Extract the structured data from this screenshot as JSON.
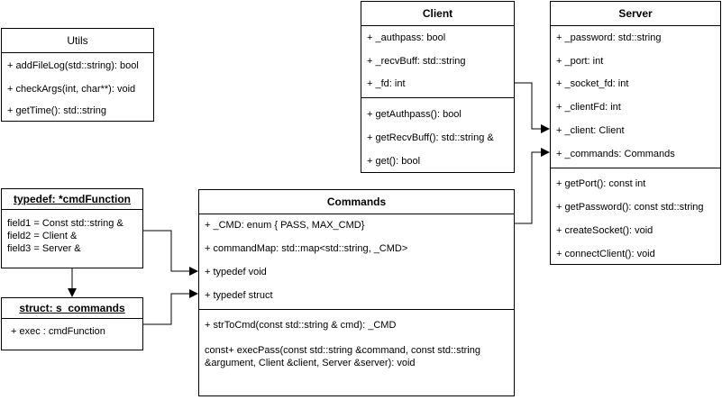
{
  "utils": {
    "title": "Utils",
    "methods": [
      "+ addFileLog(std::string): bool",
      "+ checkArgs(int, char**): void",
      "+ getTime(): std::string"
    ]
  },
  "client": {
    "title": "Client",
    "attributes": [
      "+ _authpass: bool",
      "+ _recvBuff: std::string",
      "+ _fd: int"
    ],
    "methods": [
      "+ getAuthpass(): bool",
      "+ getRecvBuff(): std::string &",
      "+ get(): bool"
    ]
  },
  "server": {
    "title": "Server",
    "attributes": [
      "+ _password: std::string",
      "+ _port: int",
      "+ _socket_fd: int",
      "+ _clientFd: int",
      "+ _client: Client",
      "+ _commands: Commands"
    ],
    "methods": [
      "+ getPort(): const int",
      "+ getPassword(): const std::string",
      "+ createSocket(): void",
      "+ connectClient(): void"
    ]
  },
  "cmd_function": {
    "title": "typedef: *cmdFunction",
    "fields": [
      "field1 = Const std::string &",
      "field2 = Client &",
      "field3 = Server &"
    ]
  },
  "s_commands": {
    "title": "struct: s_commands",
    "fields": [
      "+ exec : cmdFunction"
    ]
  },
  "commands": {
    "title": "Commands",
    "attributes": [
      "+ _CMD: enum { PASS, MAX_CMD}",
      "+ commandMap: std::map<std::string, _CMD>",
      "+ typedef void",
      "+ typedef struct"
    ],
    "methods": [
      "+ strToCmd(const std::string & cmd): _CMD",
      "const+ execPass(const std::string &command, const std::string",
      "&argument, Client &client, Server &server): void"
    ]
  }
}
